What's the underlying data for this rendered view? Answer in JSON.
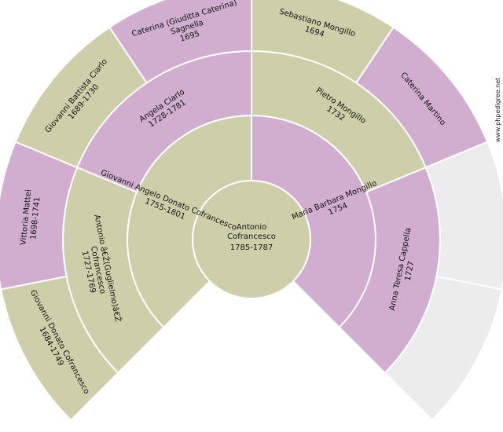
{
  "root": {
    "name": "Antonio\nCofrancesco",
    "dates": "1785-1787"
  },
  "ancestors": [
    {
      "id": "father",
      "name": "Giovanni Angelo Donato Cofrancesco",
      "dates": "1755-1801",
      "sex": "male"
    },
    {
      "id": "mother",
      "name": "Maria Barbara Mongillo",
      "dates": "1754",
      "sex": "female"
    },
    {
      "id": "ff",
      "name": "Antonio â€Ž(Guglielmo)â€Ž\nCofrancesco",
      "dates": "1727-1769",
      "sex": "male"
    },
    {
      "id": "fm",
      "name": "Angela Ciarlo",
      "dates": "1728-1781",
      "sex": "female"
    },
    {
      "id": "mf",
      "name": "Pietro Mongillo",
      "dates": "1732",
      "sex": "male"
    },
    {
      "id": "mm",
      "name": "Anna Teresa Cappella",
      "dates": "1727",
      "sex": "female"
    },
    {
      "id": "fff",
      "name": "Giovanni Donato Cofrancesco",
      "dates": "1684-1749",
      "sex": "male"
    },
    {
      "id": "ffm",
      "name": "Vittoria Mattei",
      "dates": "1698-1741",
      "sex": "female"
    },
    {
      "id": "fmf",
      "name": "Giovanni Battista Ciarlo",
      "dates": "1689-1730",
      "sex": "male"
    },
    {
      "id": "fmm",
      "name": "Caterina (Giuditta Caterina)\nSagnella",
      "dates": "1695",
      "sex": "female"
    },
    {
      "id": "mff",
      "name": "Sebastiano Mongillo",
      "dates": "1694",
      "sex": "male"
    },
    {
      "id": "mfm",
      "name": "Caterina Martino",
      "dates": "",
      "sex": "female"
    },
    {
      "id": "mmf",
      "name": "",
      "dates": "",
      "sex": "unknown"
    },
    {
      "id": "mmm",
      "name": "",
      "dates": "",
      "sex": "unknown"
    }
  ],
  "watermark": "www.phpedigree.net",
  "colors": {
    "male": "#cecfaa",
    "female": "#d1add0",
    "unknown": "#ececec"
  }
}
